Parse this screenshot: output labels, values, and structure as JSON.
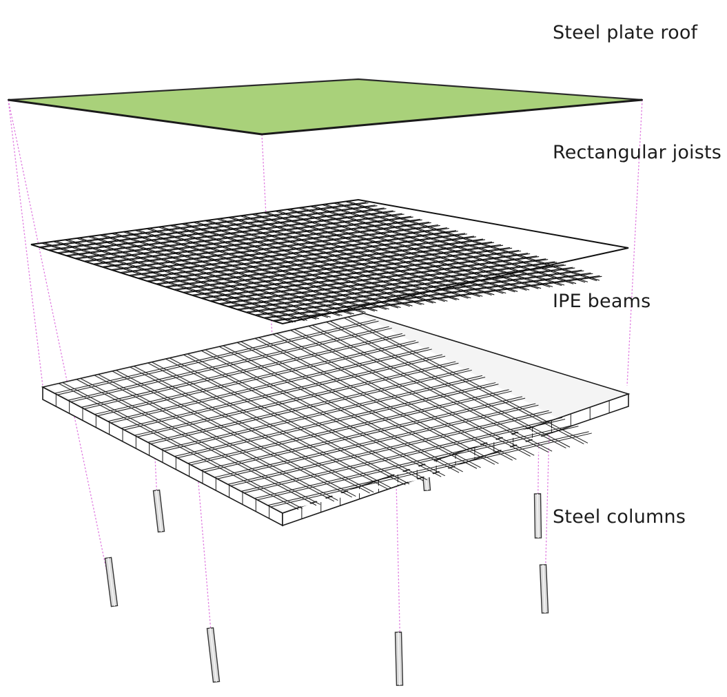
{
  "labels": {
    "roof": "Steel plate roof",
    "joists": "Rectangular joists",
    "beams": "IPE beams",
    "columns": "Steel columns"
  },
  "colors": {
    "roof_fill": "#a9d17a",
    "roof_edge": "#2a2a2a",
    "guide": "#e07ce0",
    "joist_line": "#111111",
    "beam_line": "#1a1a1a",
    "beam_face": "#ffffff",
    "column_fill": "#dcdcdc",
    "column_edge": "#333333",
    "text": "#1c1c1c"
  },
  "structure": {
    "joist_divisions": 28,
    "beam_divisions": 18,
    "column_count": 7
  }
}
